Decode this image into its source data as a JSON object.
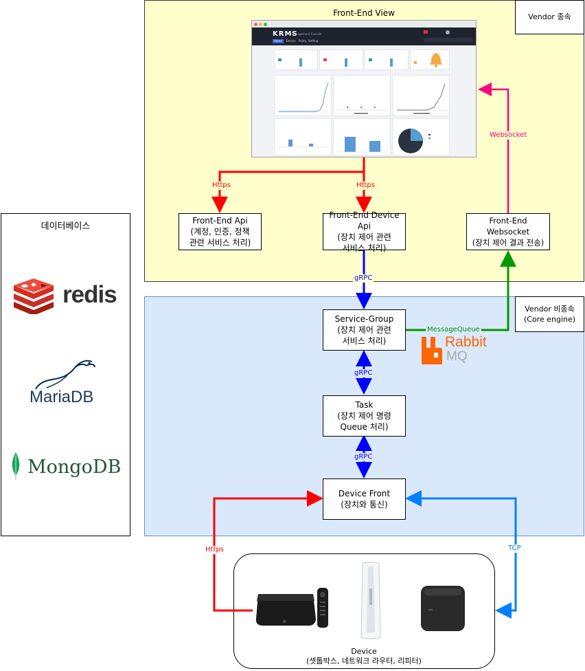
{
  "zones": {
    "frontend_view_title": "Front-End View",
    "vendor_dependent": "Vendor 종속",
    "vendor_independent": "Vendor 비종속\n(Core engine)",
    "database_title": "데이터베이스",
    "device_group": "Device\n(셋톱박스, 네트워크 라우터, 리피터)"
  },
  "nodes": {
    "fe_api": "Front-End Api\n(계정, 인증, 정책\n관련 서비스 처리)",
    "fe_device_api": "Front-End Device Api\n(장치 제어 관련\n서비스 처리)",
    "fe_websocket": "Front-End Websocket\n(장치 제어 결과 전송)",
    "service_group": "Service-Group\n(장치 제어 관련\n서비스 처리)",
    "task": "Task\n(장치 제어 명령\nQueue 처리)",
    "device_front": "Device Front\n(장치와 통신)"
  },
  "edges": {
    "https_1": "Https",
    "https_2": "Https",
    "websocket": "Websocket",
    "grpc_1": "gRPC",
    "grpc_2": "gRPC",
    "grpc_3": "gRPC",
    "message_queue": "MessageQueue",
    "https_device": "Https",
    "tcp": "TCP"
  },
  "databases": {
    "redis": "redis",
    "mariadb": "MariaDB",
    "mongodb": "MongoDB"
  },
  "rabbitmq": {
    "line1": "Rabbit",
    "line2": "MQ"
  },
  "screenshot": {
    "logo": "KRMS",
    "subtitle": "Management Console",
    "tabs": [
      "Home",
      "Device",
      "Policy",
      "Setting"
    ]
  },
  "colors": {
    "red": "#ff0000",
    "blue": "#0000ff",
    "green": "#009900",
    "pink": "#ff0080",
    "tcp_blue": "#007fff",
    "yellow_zone": "#ffffcc",
    "blue_zone": "#dae8fc"
  }
}
